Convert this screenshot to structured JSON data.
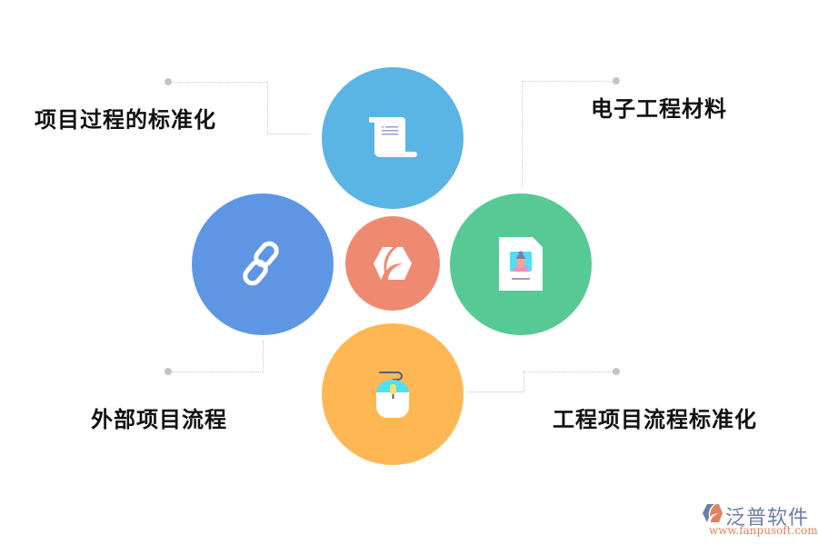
{
  "diagram": {
    "center": {
      "icon": "brand-hexagon-icon",
      "color": "#ef8a72"
    },
    "nodes": [
      {
        "id": "top",
        "label": "项目过程的标准化",
        "icon": "scroll-document-icon",
        "color": "#5ab4e4"
      },
      {
        "id": "right",
        "label": "电子工程材料",
        "icon": "profile-document-icon",
        "color": "#57c994"
      },
      {
        "id": "left",
        "label": "外部项目流程",
        "icon": "chain-link-icon",
        "color": "#5f96e4"
      },
      {
        "id": "bottom",
        "label": "工程项目流程标准化",
        "icon": "computer-mouse-icon",
        "color": "#ffb754"
      }
    ]
  },
  "watermark": {
    "name": "泛普软件",
    "url": "www.fanpusoft.com"
  }
}
